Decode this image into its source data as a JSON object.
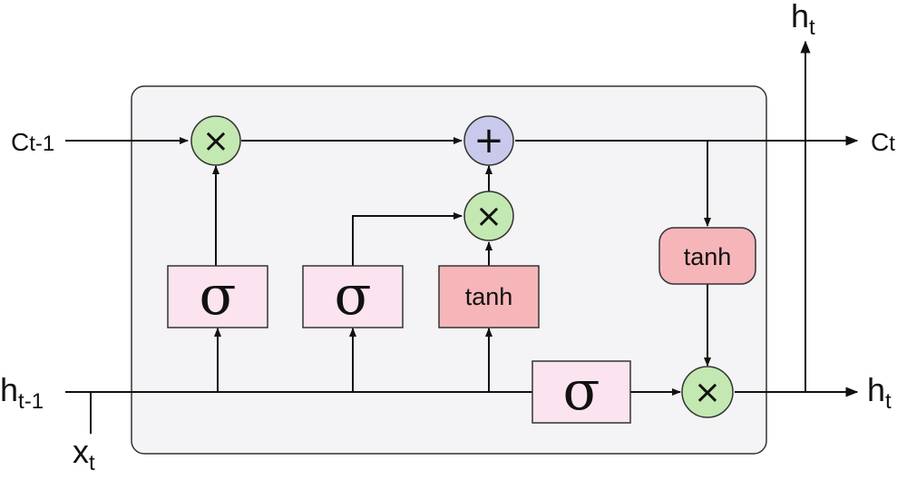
{
  "inputs": {
    "c_prev": {
      "main": "C",
      "sub": "t-1"
    },
    "h_prev": {
      "main": "h",
      "sub": "t-1"
    },
    "x": {
      "main": "x",
      "sub": "t"
    }
  },
  "outputs": {
    "c_next": {
      "main": "C",
      "sub": "t"
    },
    "h_next_right": {
      "main": "h",
      "sub": "t"
    },
    "h_next_top": {
      "main": "h",
      "sub": "t"
    }
  },
  "gates": {
    "forget": {
      "symbol": "σ"
    },
    "input": {
      "symbol": "σ"
    },
    "candidate": {
      "label": "tanh"
    },
    "output": {
      "symbol": "σ"
    },
    "cell_tanh": {
      "label": "tanh"
    }
  },
  "operators": {
    "multiply": "×",
    "add": "+"
  },
  "colors": {
    "cell_background": "#f4f4f6",
    "cell_border": "#333333",
    "sigma_fill": "#fbe3ef",
    "tanh_fill": "#f6b6b9",
    "multiply_fill": "#c3e8b1",
    "add_fill": "#c9c9ec",
    "line": "#111111"
  }
}
